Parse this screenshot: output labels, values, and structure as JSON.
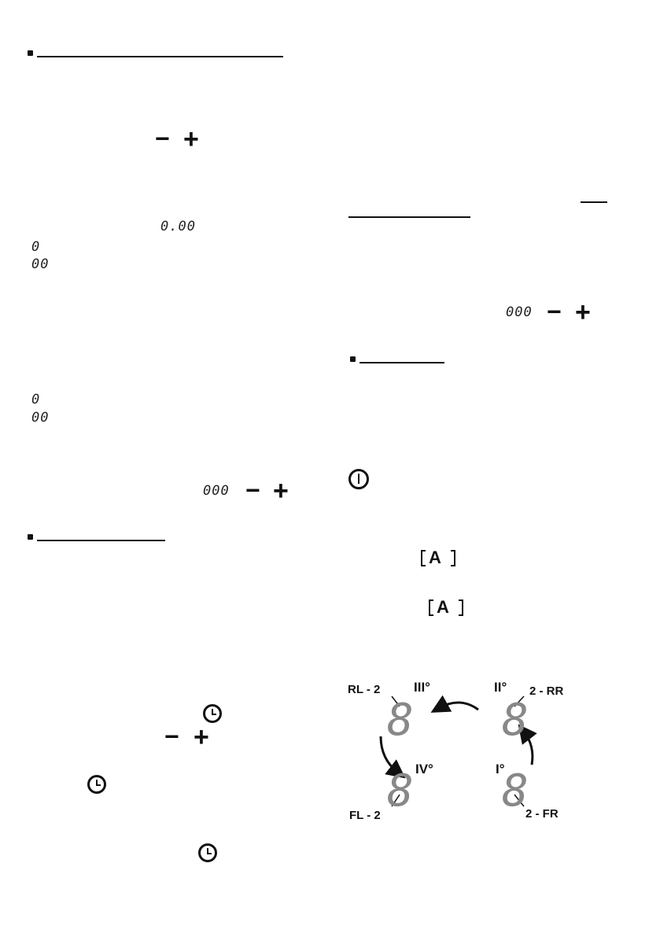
{
  "left_column": {
    "section1": {
      "bullet_icon": "square-bullet"
    },
    "minus_symbol_1": "−",
    "plus_symbol_1": "+",
    "digit_display_1": "0.00",
    "small_digit_1a": "0",
    "small_digit_1b": "00",
    "small_digit_2a": "0",
    "small_digit_2b": "00",
    "digit_display_2": "000",
    "minus_symbol_2": "−",
    "plus_symbol_2": "+",
    "section2": {
      "bullet_icon": "square-bullet"
    },
    "minus_symbol_3": "−",
    "plus_symbol_3": "+"
  },
  "right_column": {
    "digit_display_3": "000",
    "minus_symbol_4": "−",
    "plus_symbol_4": "+",
    "section3": {
      "bullet_icon": "square-bullet"
    },
    "auto_letter_1": "A",
    "auto_letter_2": "A"
  },
  "zone_diagram": {
    "zones": {
      "rl": {
        "label": "RL - 2",
        "level": "III°",
        "digit": "8"
      },
      "rr": {
        "label": "2 - RR",
        "level": "II°",
        "digit": "8"
      },
      "fl": {
        "label": "FL - 2",
        "level": "IV°",
        "digit": "8"
      },
      "fr": {
        "label": "2 - FR",
        "level": "I°",
        "digit": "8"
      }
    }
  }
}
